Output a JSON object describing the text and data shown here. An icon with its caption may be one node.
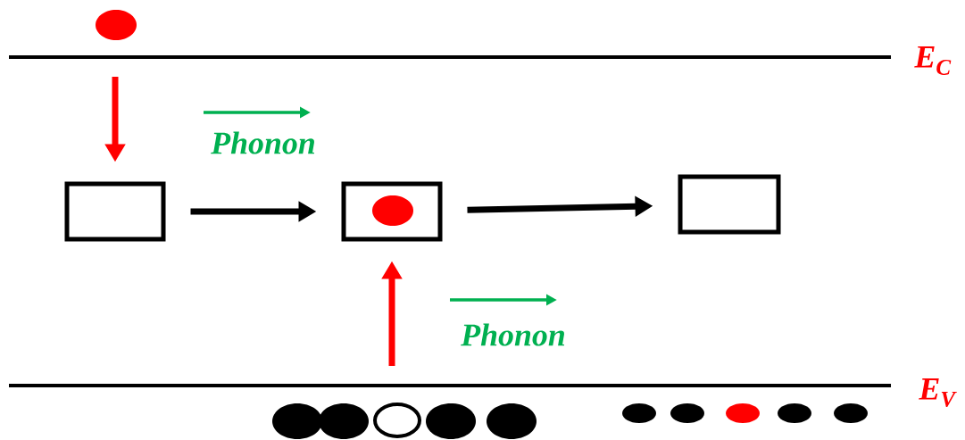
{
  "diagram": {
    "nodes": [
      {
        "text": [
          "E$_{C}$"
        ]
      },
      {
        "text": [],
        "shape": "box"
      },
      {
        "text": [],
        "shape": "box"
      },
      {
        "text": [],
        "shape": "box"
      },
      {
        "text": [
          "E$_{V}$"
        ]
      }
    ],
    "edges": [
      {
        "from": 0,
        "to": 1,
        "arrow": "to",
        "color": "#ff0000"
      },
      {
        "from": 1,
        "to": 2,
        "arrow": "to",
        "color": "#000000"
      },
      {
        "from": 2,
        "to": 3,
        "arrow": "to",
        "color": "#000000"
      },
      {
        "from": 4,
        "to": 2,
        "arrow": "to",
        "color": "#ff0000"
      }
    ],
    "labels": [
      "Phonon",
      "Phonon"
    ]
  }
}
